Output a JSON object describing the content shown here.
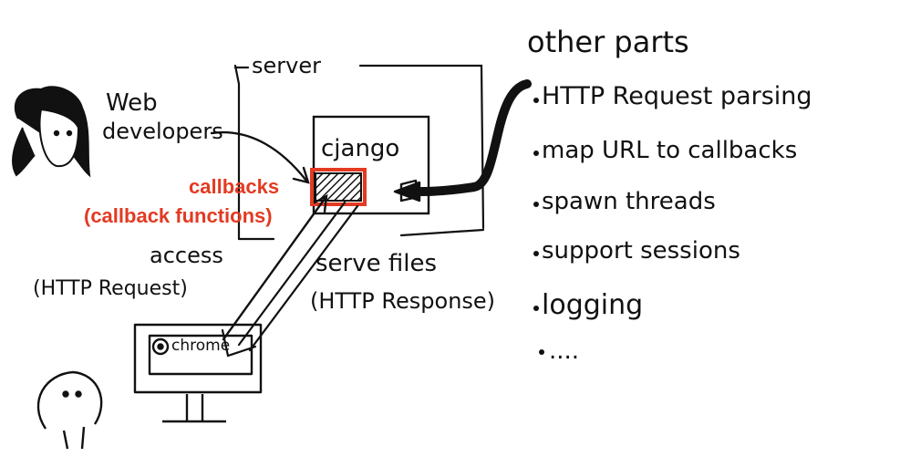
{
  "diagram": {
    "server_label": "server",
    "framework_label": "cjango",
    "web_developers_label": [
      "Web",
      "developers"
    ],
    "callbacks_label": "callbacks",
    "callback_functions_label": "(callback functions)",
    "access_label": "access",
    "http_request_label": "(HTTP Request)",
    "serve_files_label": "serve files",
    "http_response_label": "(HTTP Response)",
    "browser_label": "chrome",
    "other_parts": {
      "title": "other parts",
      "items": [
        "HTTP Request parsing",
        "map URL to callbacks",
        "spawn threads",
        "support sessions",
        "logging",
        "...."
      ]
    },
    "colors": {
      "highlight": "#e33a22",
      "ink": "#111111"
    }
  }
}
